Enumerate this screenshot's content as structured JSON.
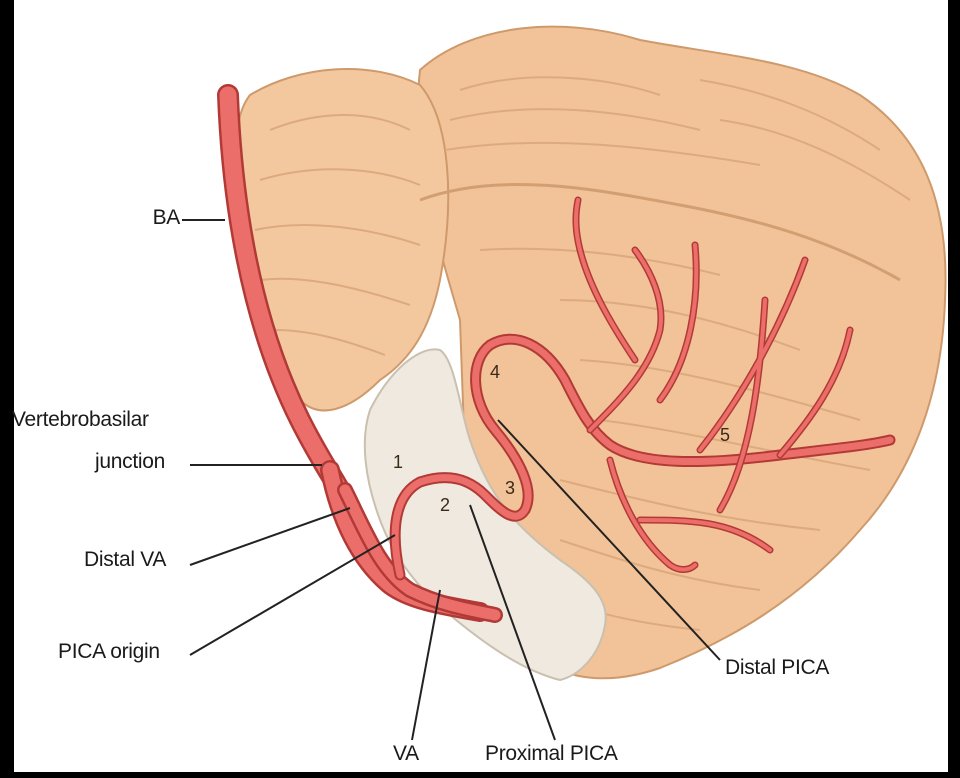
{
  "labels": {
    "ba": "BA",
    "vb_junction_line1": "Vertebrobasilar",
    "vb_junction_line2": "junction",
    "distal_va": "Distal VA",
    "pica_origin": "PICA origin",
    "va": "VA",
    "proximal_pica": "Proximal PICA",
    "distal_pica": "Distal PICA"
  },
  "segments": [
    "1",
    "2",
    "3",
    "4",
    "5"
  ],
  "colors": {
    "cerebellum": "#f2c398",
    "cerebellum_fold": "#d9a679",
    "brainstem": "#efe9df",
    "artery": "#ec6e6a",
    "artery_dark": "#b23a36",
    "leader": "#222222"
  }
}
